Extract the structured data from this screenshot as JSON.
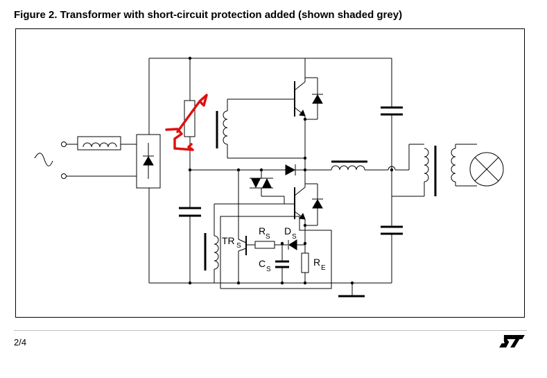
{
  "figure": {
    "title": "Figure 2. Transformer with short-circuit protection added (shown shaded grey)"
  },
  "components": {
    "transistor_label": "TR",
    "transistor_sub": "S",
    "resistor_s_label": "R",
    "resistor_s_sub": "S",
    "diode_label": "D",
    "diode_sub": "S",
    "capacitor_label": "C",
    "capacitor_sub": "S",
    "resistor_e_label": "R",
    "resistor_e_sub": "E"
  },
  "colors": {
    "annotation": "#e01010",
    "wire": "#000000"
  },
  "footer": {
    "page": "2/4",
    "logo": "ST"
  }
}
